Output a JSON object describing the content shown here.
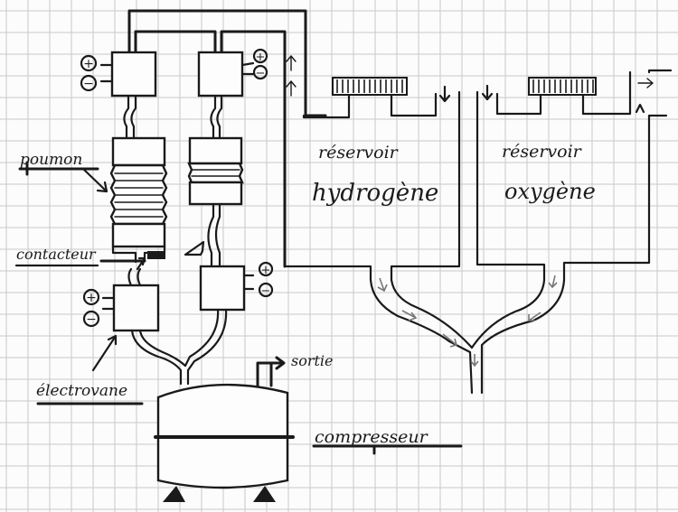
{
  "diagram": {
    "title": "Système de stockage hydrogène / oxygène",
    "labels": {
      "poumon": "poumon",
      "contacteur": "contacteur",
      "electrovanne": "électrovane",
      "sortie": "sortie",
      "compresseur": "compresseur",
      "reservoir_h_line1": "réservoir",
      "reservoir_h_line2": "hydrogène",
      "reservoir_o_line1": "réservoir",
      "reservoir_o_line2": "oxygène"
    },
    "terminals": {
      "plus": "+",
      "minus": "−"
    },
    "components": [
      {
        "id": "valve-top-left",
        "type": "electrovanne"
      },
      {
        "id": "valve-top-right",
        "type": "electrovanne"
      },
      {
        "id": "lung-left",
        "type": "poumon"
      },
      {
        "id": "lung-right",
        "type": "poumon"
      },
      {
        "id": "contactor",
        "type": "contacteur"
      },
      {
        "id": "valve-bottom-left",
        "type": "electrovanne"
      },
      {
        "id": "valve-bottom-right",
        "type": "electrovanne"
      },
      {
        "id": "compressor",
        "type": "compresseur"
      },
      {
        "id": "tank-hydrogen",
        "type": "réservoir hydrogène"
      },
      {
        "id": "tank-oxygen",
        "type": "réservoir oxygène"
      }
    ],
    "colors": {
      "ink": "#1a1a1a",
      "grid": "#c9c9c9",
      "paper": "#fcfcfc",
      "flow_arrow": "#777777"
    }
  }
}
